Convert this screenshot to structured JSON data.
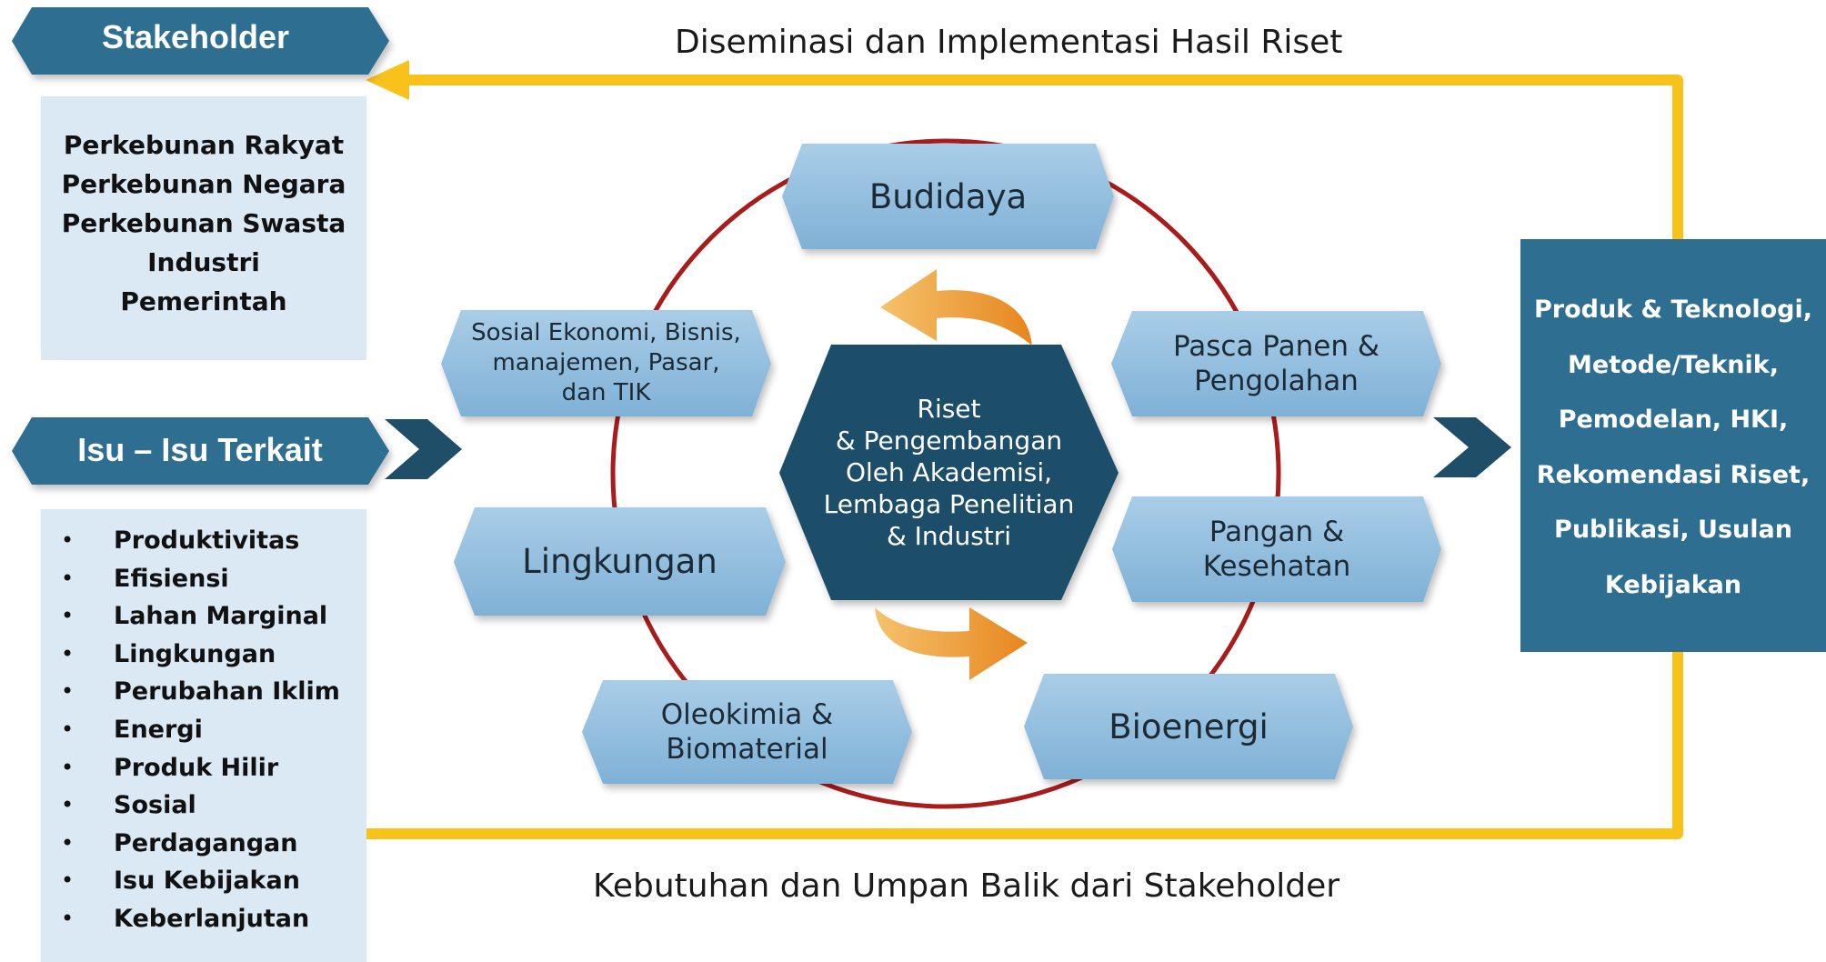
{
  "captions": {
    "top": "Diseminasi dan Implementasi Hasil Riset",
    "bottom": "Kebutuhan dan Umpan Balik dari Stakeholder"
  },
  "stakeholder": {
    "title": "Stakeholder",
    "items": [
      "Perkebunan  Rakyat",
      "Perkebunan Negara",
      "Perkebunan Swasta",
      "Industri",
      "Pemerintah"
    ]
  },
  "issues": {
    "title": "Isu – Isu Terkait",
    "items": [
      "Produktivitas",
      "Efisiensi",
      "Lahan Marginal",
      "Lingkungan",
      "Perubahan Iklim",
      "Energi",
      "Produk Hilir",
      "Sosial",
      "Perdagangan",
      "Isu Kebijakan",
      "Keberlanjutan"
    ]
  },
  "center": {
    "lines": [
      "Riset",
      "& Pengembangan",
      "Oleh Akademisi,",
      "Lembaga Penelitian",
      "& Industri"
    ]
  },
  "nodes": {
    "budidaya": "Budidaya",
    "pasca_panen": [
      "Pasca Panen &",
      "Pengolahan"
    ],
    "pangan": [
      "Pangan &",
      "Kesehatan"
    ],
    "bioenergi": "Bioenergi",
    "oleokimia": [
      "Oleokimia &",
      "Biomaterial"
    ],
    "lingkungan": "Lingkungan",
    "sosial": [
      "Sosial Ekonomi, Bisnis,",
      "manajemen, Pasar,",
      "dan TIK"
    ]
  },
  "outputs": {
    "lines": [
      "Produk & Teknologi,",
      "Metode/Teknik,",
      "Pemodelan, HKI,",
      "Rekomendasi Riset,",
      "Publikasi,  Usulan",
      "Kebijakan"
    ]
  },
  "colors": {
    "ribbon": "#2e6e91",
    "node_fill": "#8fbcdc",
    "center_fill": "#1f4e69",
    "cycle_ring": "#a81c1c",
    "flow_line": "#f8c21a",
    "curved_arrow": "#eea13c",
    "panel_light": "#dbe9f5",
    "chevron": "#1f4e69"
  },
  "icons": {
    "left_chevron": "chevron-right-icon",
    "right_chevron": "chevron-right-icon",
    "top_curved_arrow": "curved-arrow-left-icon",
    "bottom_curved_arrow": "curved-arrow-right-icon"
  }
}
